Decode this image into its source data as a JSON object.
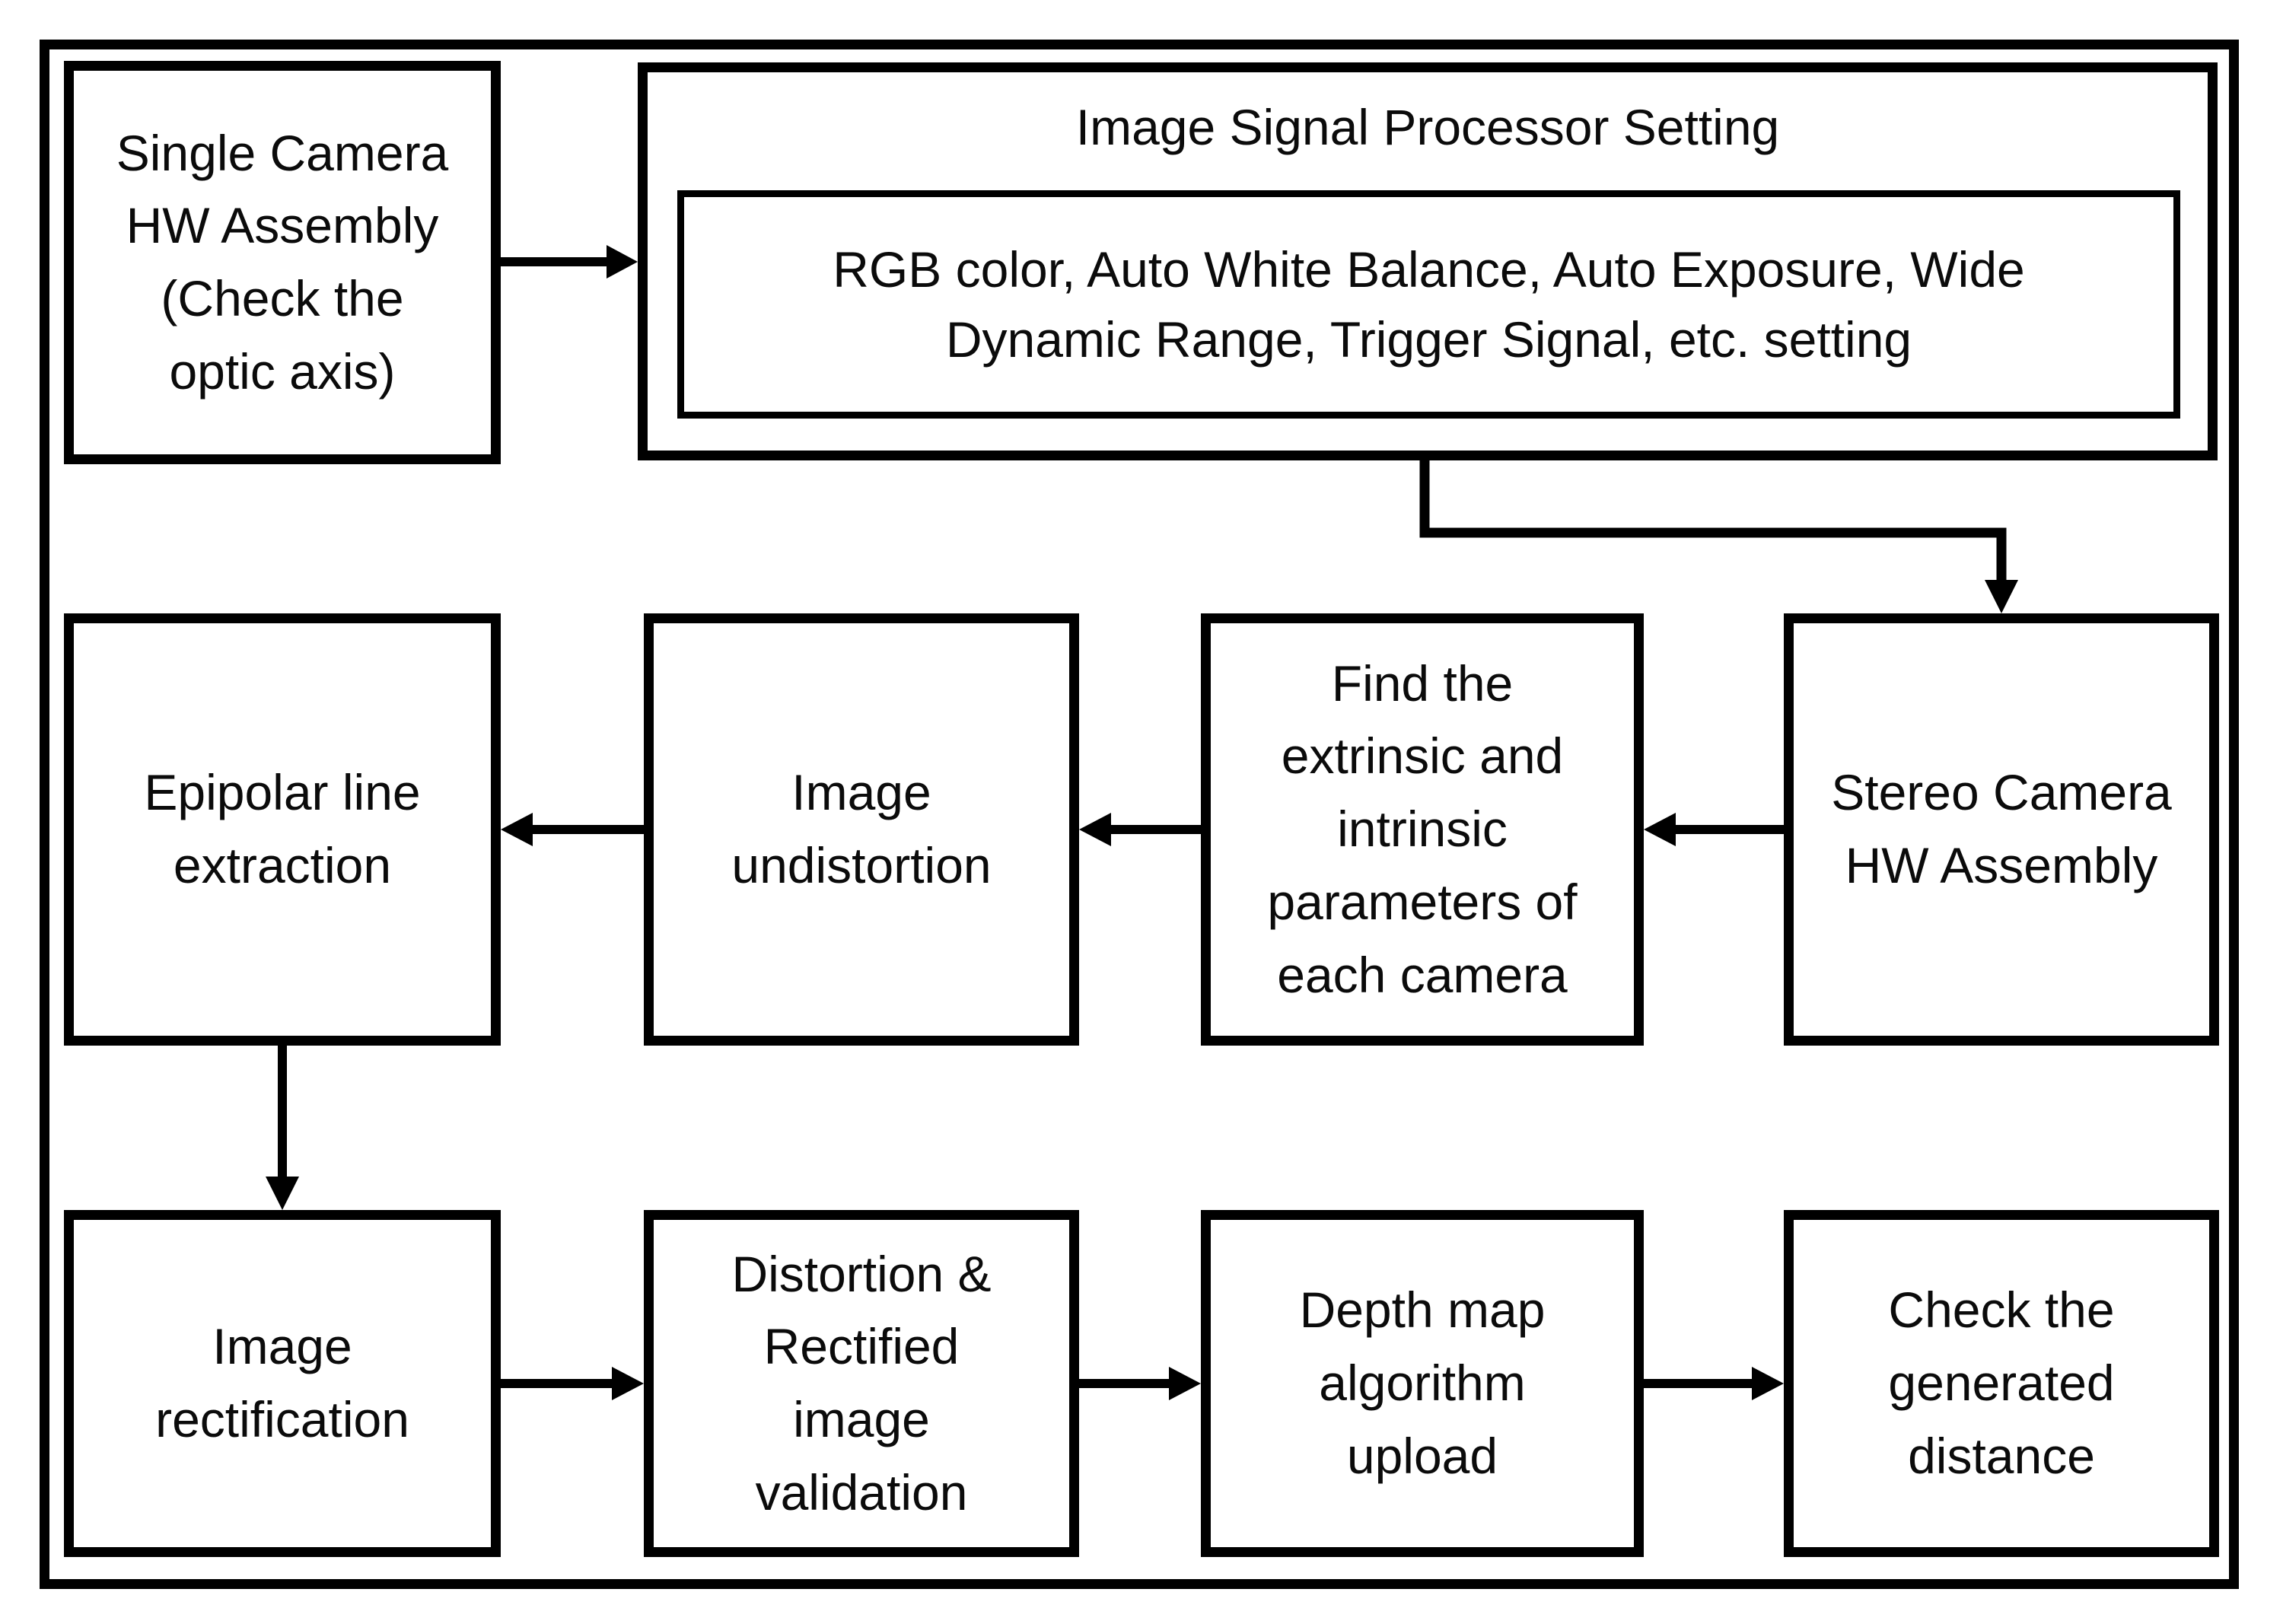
{
  "colors": {
    "line": "#000000",
    "box_border": "#000000",
    "background": "#ffffff",
    "text": "#0b0b0b"
  },
  "nodes": {
    "single_camera": {
      "label": "Single Camera\nHW Assembly\n(Check the\noptic axis)"
    },
    "isp_setting": {
      "title": "Image Signal Processor Setting",
      "detail": "RGB color, Auto White Balance, Auto Exposure, Wide\nDynamic Range, Trigger Signal, etc. setting"
    },
    "stereo_camera": {
      "label": "Stereo Camera\nHW Assembly"
    },
    "find_parameters": {
      "label": "Find the\nextrinsic and\nintrinsic\nparameters of\neach camera"
    },
    "image_undistortion": {
      "label": "Image\nundistortion"
    },
    "epipolar_line": {
      "label": "Epipolar line\nextraction"
    },
    "image_rectification": {
      "label": "Image\nrectification"
    },
    "distortion_validation": {
      "label": "Distortion &\nRectified\nimage\nvalidation"
    },
    "depth_map": {
      "label": "Depth map\nalgorithm\nupload"
    },
    "check_distance": {
      "label": "Check the\ngenerated\ndistance"
    }
  },
  "edges": [
    {
      "from": "single_camera",
      "to": "isp_setting"
    },
    {
      "from": "isp_setting",
      "to": "stereo_camera"
    },
    {
      "from": "stereo_camera",
      "to": "find_parameters"
    },
    {
      "from": "find_parameters",
      "to": "image_undistortion"
    },
    {
      "from": "image_undistortion",
      "to": "epipolar_line"
    },
    {
      "from": "epipolar_line",
      "to": "image_rectification"
    },
    {
      "from": "image_rectification",
      "to": "distortion_validation"
    },
    {
      "from": "distortion_validation",
      "to": "depth_map"
    },
    {
      "from": "depth_map",
      "to": "check_distance"
    }
  ]
}
